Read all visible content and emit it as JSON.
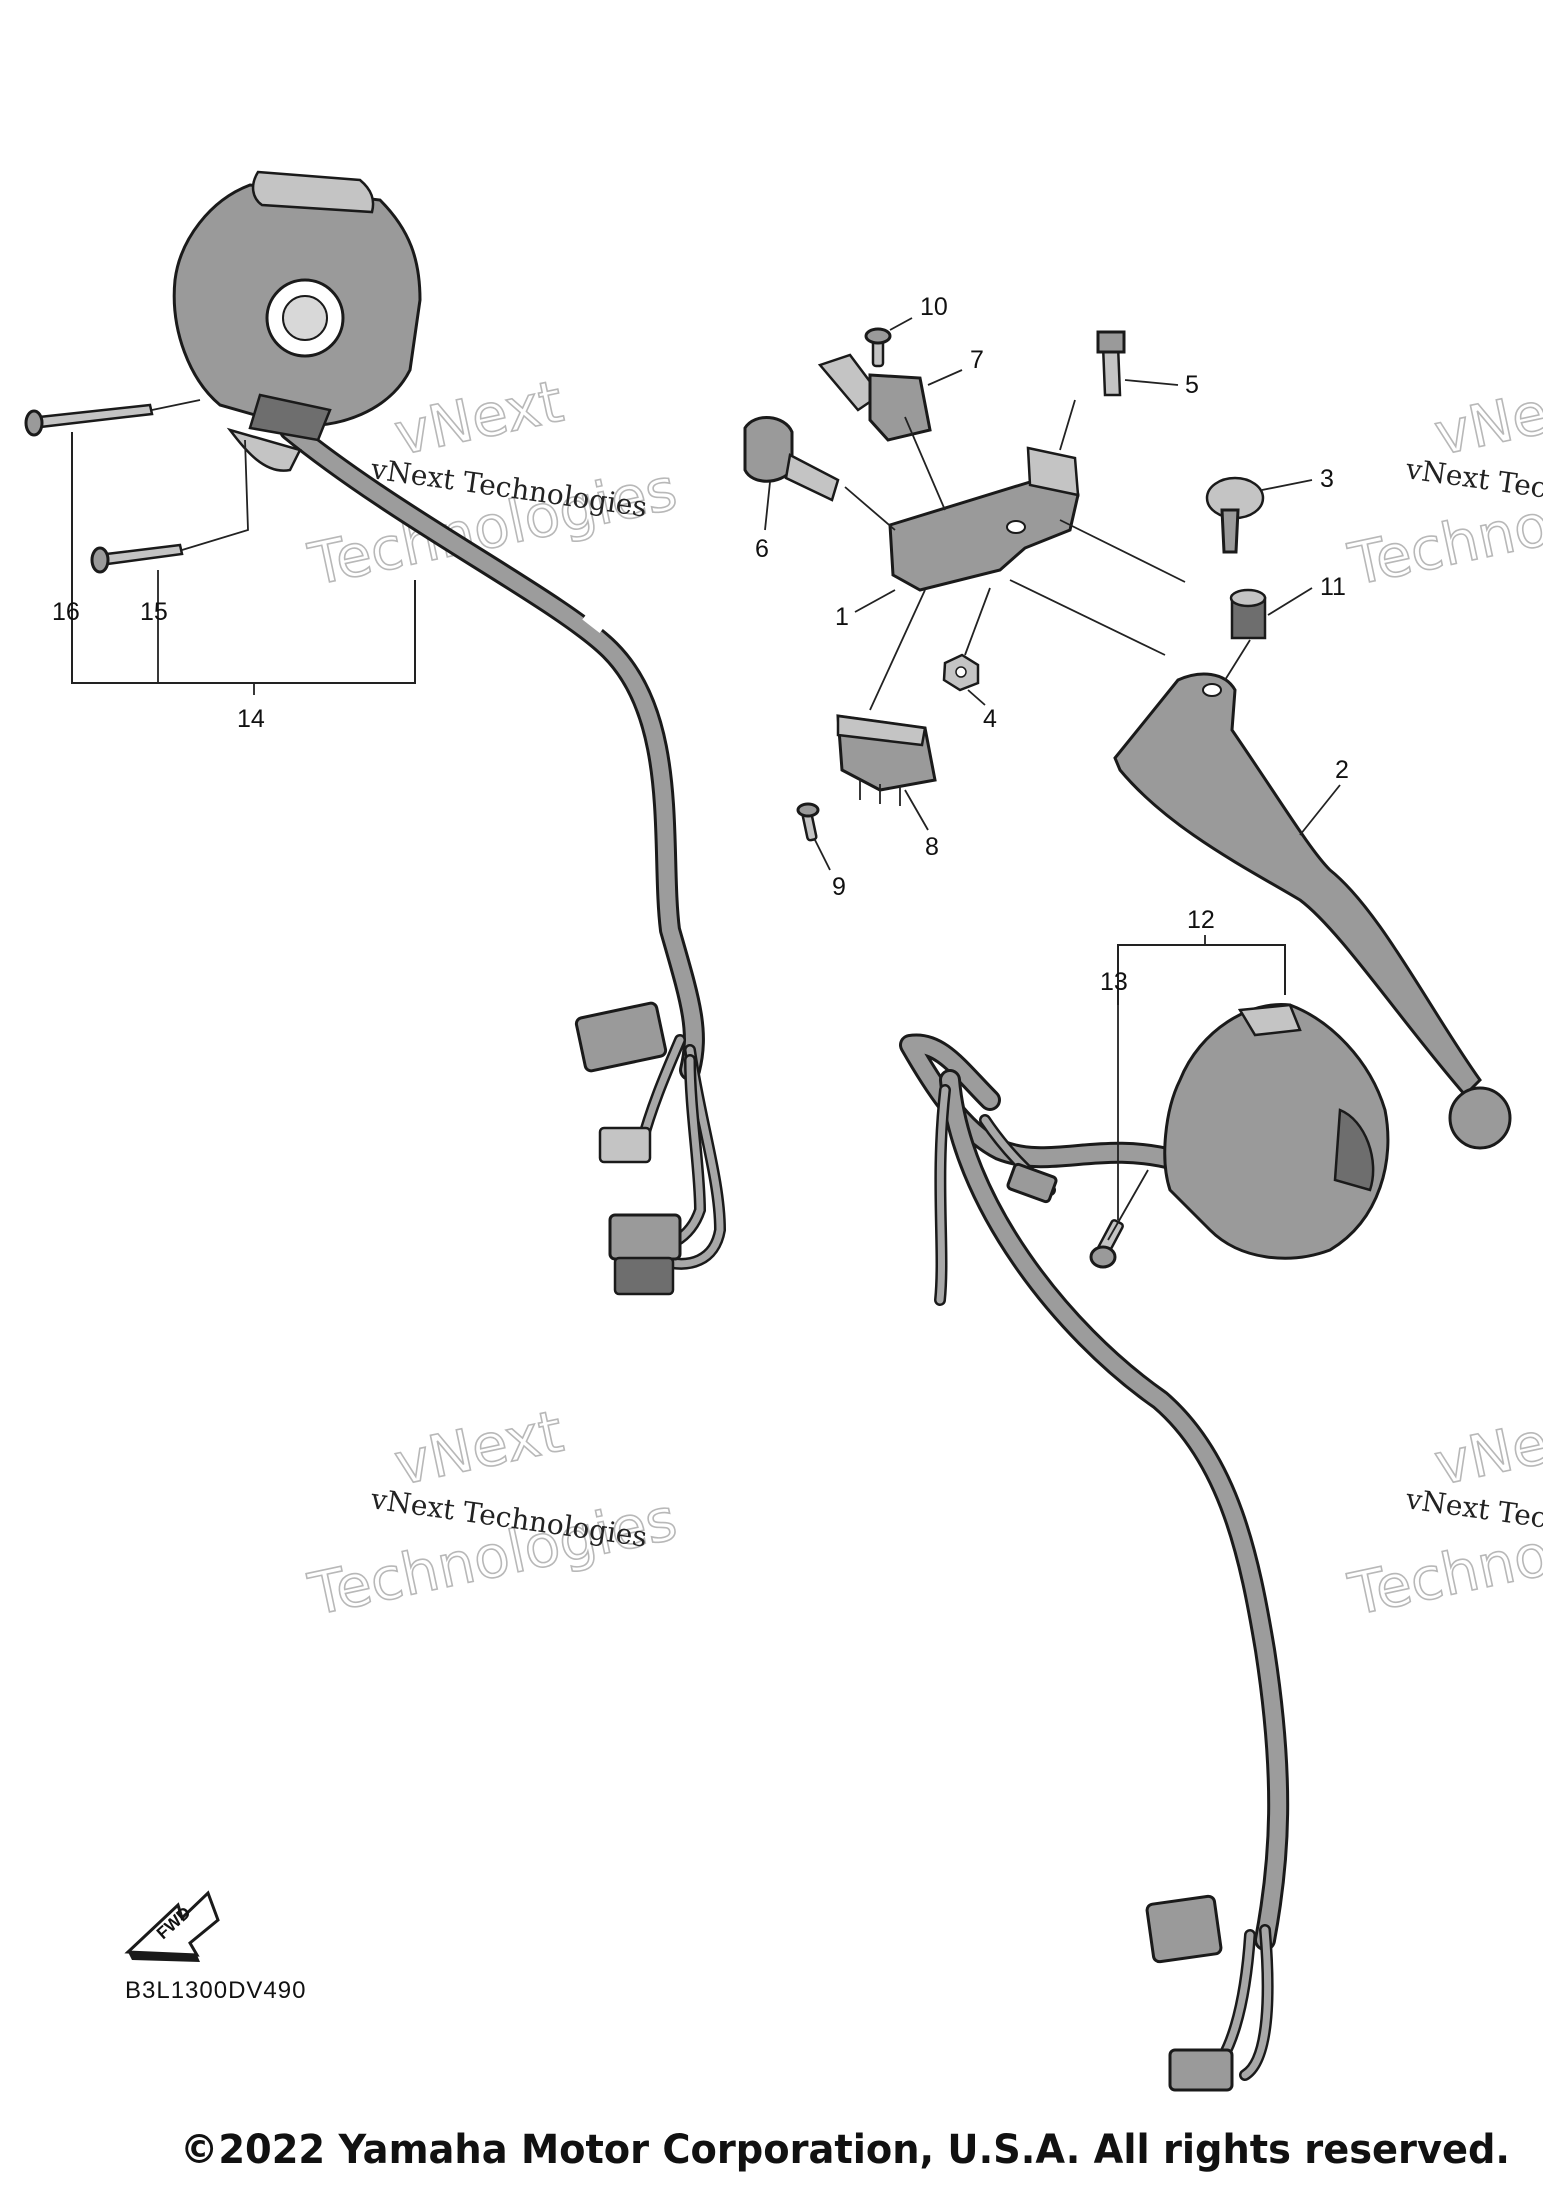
{
  "callouts": [
    {
      "id": "1",
      "label": "1"
    },
    {
      "id": "2",
      "label": "2"
    },
    {
      "id": "3",
      "label": "3"
    },
    {
      "id": "4",
      "label": "4"
    },
    {
      "id": "5",
      "label": "5"
    },
    {
      "id": "6",
      "label": "6"
    },
    {
      "id": "7",
      "label": "7"
    },
    {
      "id": "8",
      "label": "8"
    },
    {
      "id": "9",
      "label": "9"
    },
    {
      "id": "10",
      "label": "10"
    },
    {
      "id": "11",
      "label": "11"
    },
    {
      "id": "12",
      "label": "12"
    },
    {
      "id": "13",
      "label": "13"
    },
    {
      "id": "14",
      "label": "14"
    },
    {
      "id": "15",
      "label": "15"
    },
    {
      "id": "16",
      "label": "16"
    }
  ],
  "fwd_label": "FWD",
  "diagram_code": "B3L1300DV490",
  "watermark": {
    "line1": "vNext Technologies",
    "outline_top": "vNext",
    "outline_bottom": "Technologies"
  },
  "copyright": "©2022 Yamaha Motor Corporation, U.S.A. All rights reserved."
}
